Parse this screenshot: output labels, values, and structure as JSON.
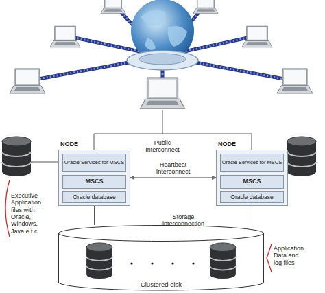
{
  "diagram": {
    "nodes": [
      {
        "text": [
          "NODE"
        ]
      },
      {
        "text": [
          "Oracle Services for MSCS"
        ],
        "in": 0
      },
      {
        "text": [
          "MSCS"
        ],
        "in": 0
      },
      {
        "text": [
          "Oracle database"
        ],
        "in": 0
      },
      {
        "text": [
          "NODE"
        ]
      },
      {
        "text": [
          "Oracle Services for MSCS"
        ],
        "in": 4
      },
      {
        "text": [
          "MSCS"
        ],
        "in": 4
      },
      {
        "text": [
          "Oracle database"
        ],
        "in": 4
      },
      {
        "text": [
          "Clustered disk"
        ]
      }
    ],
    "edges": [
      {
        "from": 0,
        "to": 4,
        "arrow": "both",
        "label": "Heartbeat Interconnect"
      },
      {
        "from": 0,
        "to": 8,
        "arrow": "none"
      },
      {
        "from": 4,
        "to": 8,
        "arrow": "none"
      }
    ],
    "labels": [
      "Public Interconnect",
      "Storage interconnection",
      "Executive Application files with Oracle, Windows, Java e.t.c",
      "Application Data and log files"
    ]
  }
}
